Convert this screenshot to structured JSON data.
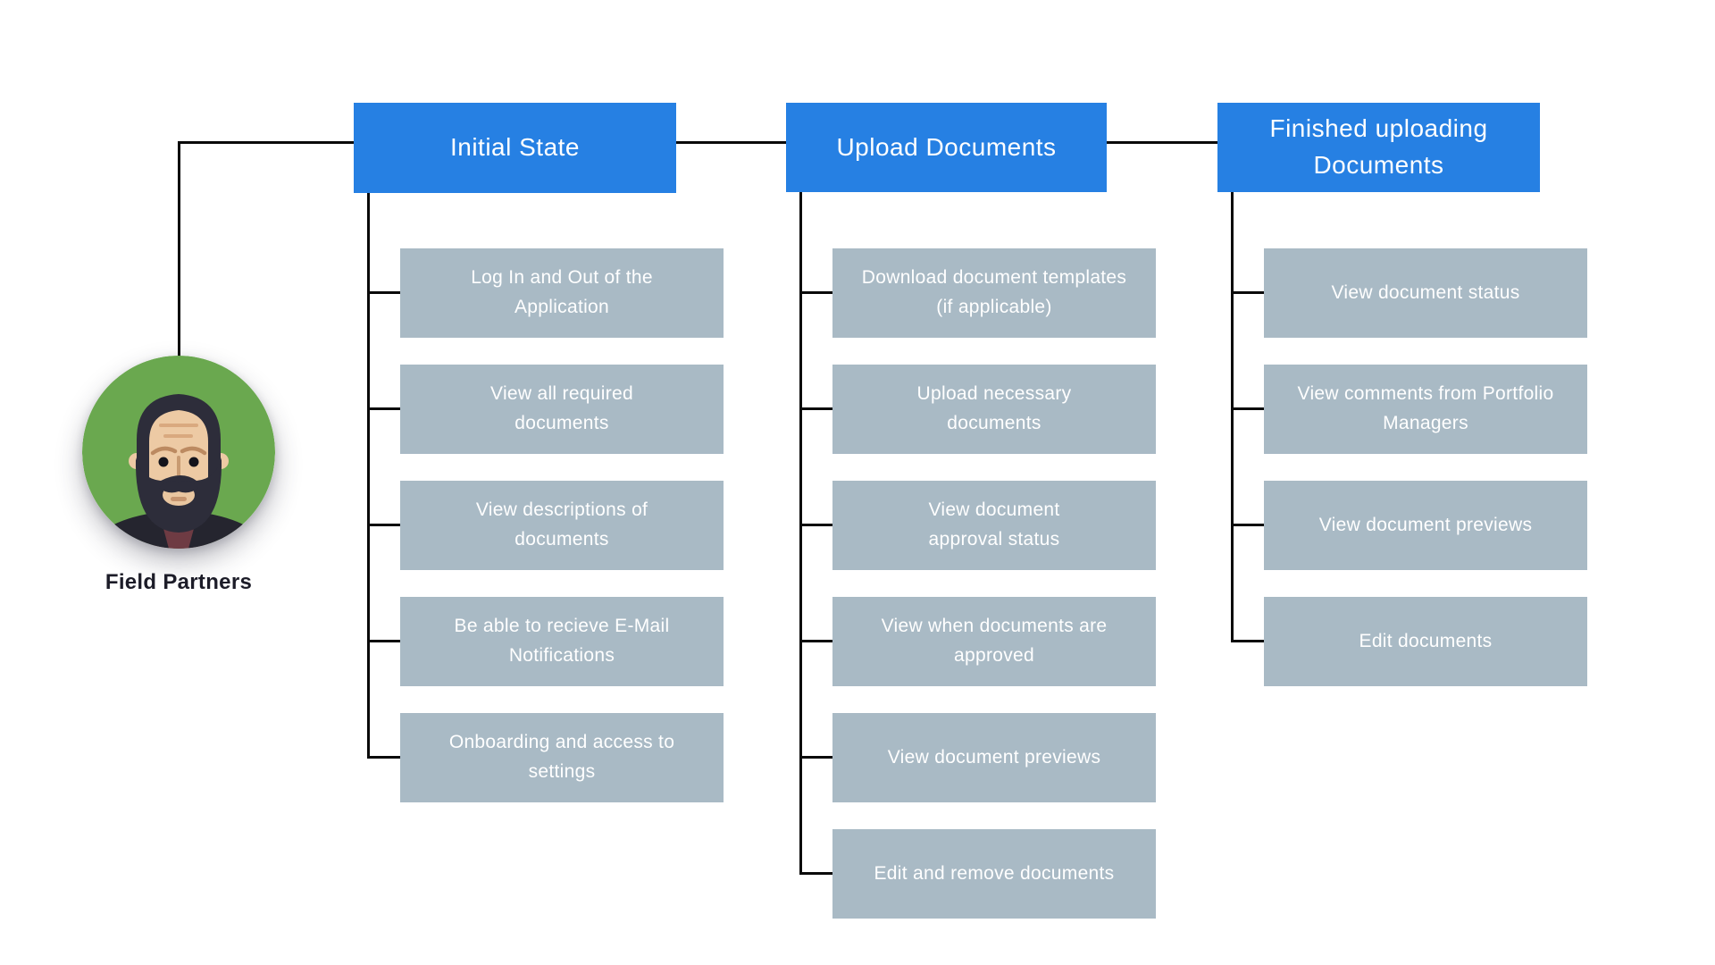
{
  "diagram": {
    "actor": {
      "label": "Field Partners"
    },
    "columns": [
      {
        "title": "Initial State",
        "items": [
          "Log In and Out of the\nApplication",
          "View all required\ndocuments",
          "View descriptions of\ndocuments",
          "Be able to recieve E-Mail\nNotifications",
          "Onboarding and access to\nsettings"
        ]
      },
      {
        "title": "Upload Documents",
        "items": [
          "Download document templates\n(if applicable)",
          "Upload necessary\ndocuments",
          "View document\napproval status",
          "View when documents are\napproved",
          "View document previews",
          "Edit and remove documents"
        ]
      },
      {
        "title": "Finished uploading\nDocuments",
        "items": [
          "View document status",
          "View comments from Portfolio\nManagers",
          "View document previews",
          "Edit documents"
        ]
      }
    ],
    "colors": {
      "header_bg": "#2680e3",
      "item_bg": "#a9bac5",
      "line": "#0a0a0a",
      "avatar_bg": "#6aa84f",
      "text_light": "#ffffff",
      "text_dark": "#1c1c28"
    }
  }
}
